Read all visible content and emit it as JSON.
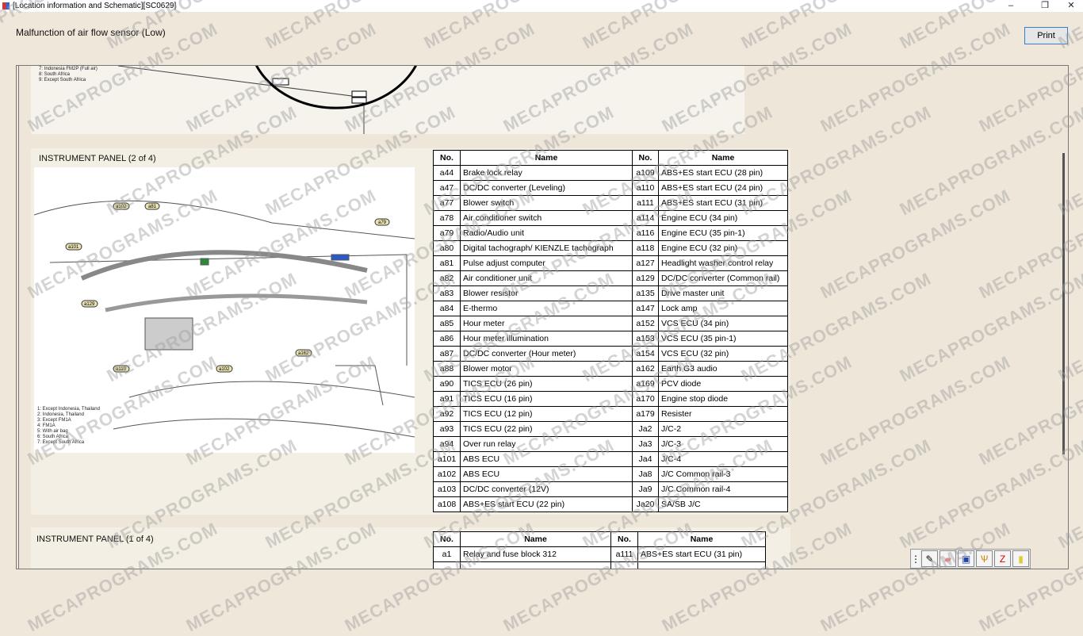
{
  "window": {
    "title": "[Location information and Schematic][SC0629]",
    "minimize": "–",
    "maximize": "❐",
    "close": "✕"
  },
  "subtitle": "Malfunction of air flow sensor (Low)",
  "print_label": "Print",
  "top_legend": [
    "7: Indonesia FM2P (Full air)",
    "8: South Africa",
    "9: Except South Africa"
  ],
  "panel2": {
    "title": "INSTRUMENT PANEL (2 of 4)",
    "legend": [
      "1: Except Indonesia, Thailand",
      "2: Indonesia, Thailand",
      "3: Except FM1A",
      "4: FM1A",
      "5: With air bag",
      "6: South Africa",
      "7: Except South Africa"
    ],
    "headers": [
      "No.",
      "Name",
      "No.",
      "Name"
    ],
    "rows": [
      [
        "a44",
        "Brake lock relay",
        "a109",
        "ABS+ES start ECU (28 pin)"
      ],
      [
        "a47",
        "DC/DC converter (Leveling)",
        "a110",
        "ABS+ES start ECU (24 pin)"
      ],
      [
        "a77",
        "Blower switch",
        "a111",
        "ABS+ES start ECU (31 pin)"
      ],
      [
        "a78",
        "Air conditioner switch",
        "a114",
        "Engine ECU (34 pin)"
      ],
      [
        "a79",
        "Radio/Audio unit",
        "a116",
        "Engine ECU (35 pin-1)"
      ],
      [
        "a80",
        "Digital tachograph/ KIENZLE tachograph",
        "a118",
        "Engine ECU (32 pin)"
      ],
      [
        "a81",
        "Pulse adjust computer",
        "a127",
        "Headlight washer control relay"
      ],
      [
        "a82",
        "Air conditioner unit",
        "a129",
        "DC/DC converter (Common rail)"
      ],
      [
        "a83",
        "Blower resistor",
        "a135",
        "Drive master unit"
      ],
      [
        "a84",
        "E-thermo",
        "a147",
        "Lock amp"
      ],
      [
        "a85",
        "Hour meter",
        "a152",
        "VCS ECU (34 pin)"
      ],
      [
        "a86",
        "Hour meter illumination",
        "a153",
        "VCS ECU (35 pin-1)"
      ],
      [
        "a87",
        "DC/DC converter (Hour meter)",
        "a154",
        "VCS ECU (32 pin)"
      ],
      [
        "a88",
        "Blower motor",
        "a162",
        "Earth G3 audio"
      ],
      [
        "a90",
        "TICS ECU (26 pin)",
        "a169",
        "PCV diode"
      ],
      [
        "a91",
        "TICS ECU (16 pin)",
        "a170",
        "Engine stop diode"
      ],
      [
        "a92",
        "TICS ECU (12 pin)",
        "a179",
        "Resister"
      ],
      [
        "a93",
        "TICS ECU (22 pin)",
        "Ja2",
        "J/C-2"
      ],
      [
        "a94",
        "Over run relay",
        "Ja3",
        "J/C-3"
      ],
      [
        "a101",
        "ABS ECU",
        "Ja4",
        "J/C-4"
      ],
      [
        "a102",
        "ABS ECU",
        "Ja8",
        "J/C Common rail-3"
      ],
      [
        "a103",
        "DC/DC converter (12V)",
        "Ja9",
        "J/C Common rail-4"
      ],
      [
        "a108",
        "ABS+ES start ECU (22 pin)",
        "Ja20",
        "SA/SB J/C"
      ]
    ]
  },
  "panel1": {
    "title": "INSTRUMENT PANEL (1 of 4)",
    "headers": [
      "No.",
      "Name",
      "No.",
      "Name"
    ],
    "rows": [
      [
        "a1",
        "Relay and fuse block 312",
        "a111",
        "ABS+ES start ECU (31 pin)"
      ]
    ]
  },
  "watermark": "MECAPROGRAMS.COM"
}
